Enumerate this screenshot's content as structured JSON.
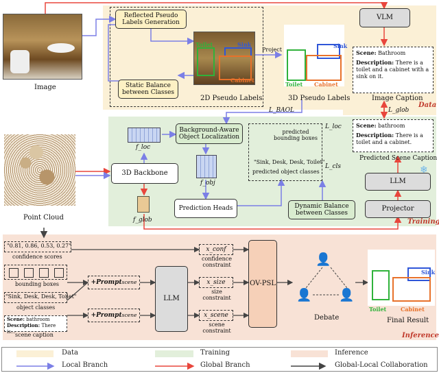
{
  "top": {
    "reflected": "Reflected Pseudo Labels Generation",
    "static_balance": "Static Balance between Classes",
    "labels_2d": "2D Pseudo Labels",
    "labels_3d": "3D Pseudo Labels",
    "project": "Project",
    "image": "Image",
    "vlm": "VLM",
    "caption_title": "Image Caption",
    "scene_key": "Scene:",
    "scene_val": "Bathroom",
    "desc_key": "Description:",
    "desc_val": "There is a toilet and a cabinet with a sink on it.",
    "data_tag": "Data",
    "toilet": "Toilet",
    "sink": "Sink",
    "cabinet": "Cabinet"
  },
  "mid": {
    "bg_loc": "Background-Aware Object Localization",
    "backbone": "3D Backbone",
    "heads": "Prediction Heads",
    "dyn_balance": "Dynamic Balance between Classes",
    "pred_boxes": "predicted bounding boxes",
    "pred_classes_list": "\"Sink, Desk, Desk, Toilet\"",
    "pred_classes": "predicted object classes",
    "projector": "Projector",
    "llm": "LLM",
    "pred_caption_title": "Predicted Scene Caption",
    "scene_key": "Scene:",
    "scene_val": "bathroom",
    "desc_key": "Description:",
    "desc_val": "There is a toilet and a cabinet.",
    "point_cloud": "Point Cloud",
    "l_baol": "L_BAOL",
    "l_loc": "L_loc",
    "l_cls": "L_cls",
    "l_glob": "L_glob",
    "f_loc": "f_loc",
    "f_obj": "f_obj",
    "f_glob": "f_glob",
    "training_tag": "Training"
  },
  "bottom": {
    "conf_scores": "\"0.81, 0.86, 0.53, 0.27\"",
    "conf_label": "confidence scores",
    "bbox_label": "bounding boxes",
    "classes_list": "\"Sink, Desk, Desk, Toilet\"",
    "classes_label": "object classes",
    "scene_key": "Scene:",
    "scene_val": "bathroom",
    "desc_key": "Description:",
    "desc_val": "There is...",
    "caption_label": "scene caption",
    "prompt": "+Prompt",
    "prompt_sub": "scene",
    "llm": "LLM",
    "x_conf": "x_conf",
    "conf_constraint": "confidence constraint",
    "x_size": "x_size",
    "size_constraint": "size constraint",
    "x_scene": "x_scene",
    "scene_constraint": "scene constraint",
    "ovpsl": "OV-PSL",
    "debate": "Debate",
    "final": "Final Result",
    "inference_tag": "Inference",
    "toilet": "Toilet",
    "sink": "Sink",
    "cabinet": "Cabinet"
  },
  "legend": {
    "data": "Data",
    "training": "Training",
    "inference": "Inference",
    "local": "Local Branch",
    "global": "Global Branch",
    "collab": "Global-Local Collaboration"
  },
  "colors": {
    "data_bg": "#fbf0d6",
    "training_bg": "#e2efdb",
    "inference_bg": "#f8e2d6",
    "local": "#7b7fe6",
    "global": "#e8463c",
    "collab": "#444444",
    "green_box": "#d9eccf",
    "yellow_box": "#fdf1c4",
    "orange_box": "#f6d0b8",
    "gray_box": "#dcdcdc"
  }
}
